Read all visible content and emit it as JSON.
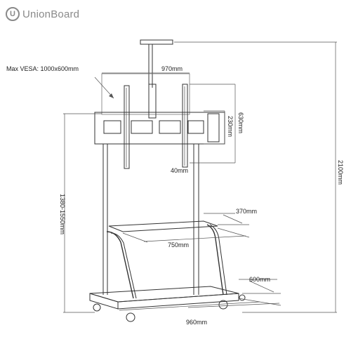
{
  "brand": {
    "name": "UnionBoard",
    "mark": "U"
  },
  "labels": {
    "vesa": "Max VESA: 1000x600mm",
    "bracket_width": "970mm",
    "bracket_height": "630mm",
    "bracket_rail": "230mm",
    "bracket_depth": "40mm",
    "mount_height": "1380-1550mm",
    "total_height": "2100mm",
    "shelf_depth": "370mm",
    "shelf_width": "750mm",
    "base_depth": "600mm",
    "base_width": "960mm"
  },
  "colors": {
    "line": "#333333",
    "dim": "#555555",
    "brand": "#8a8a8a"
  },
  "icons": [
    "unionboard-logo-icon",
    "caster-wheel-icon"
  ]
}
